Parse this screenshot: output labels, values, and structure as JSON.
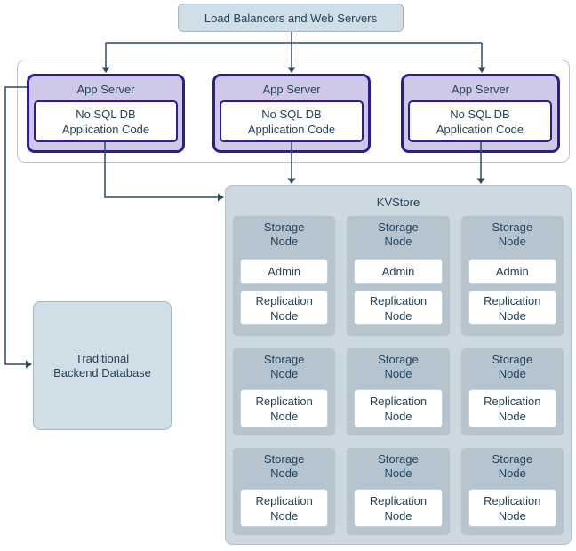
{
  "colors": {
    "accent_purple_border": "#311b8e",
    "lavender_fill": "#cfc8e9",
    "light_blue_fill": "#cfdee7",
    "kvstore_fill": "#ccd9e1",
    "storage_node_fill": "#b6c4cf",
    "connector_line": "#2f4a63",
    "text": "#24435c"
  },
  "load_balancer": {
    "label": "Load Balancers and Web Servers"
  },
  "app_servers": [
    {
      "title": "App Server",
      "code_line1": "No SQL DB",
      "code_line2": "Application Code"
    },
    {
      "title": "App Server",
      "code_line1": "No SQL DB",
      "code_line2": "Application Code"
    },
    {
      "title": "App Server",
      "code_line1": "No SQL DB",
      "code_line2": "Application Code"
    }
  ],
  "kvstore": {
    "title": "KVStore",
    "nodes": [
      {
        "title_line1": "Storage",
        "title_line2": "Node",
        "admin_label": "Admin",
        "repl_line1": "Replication",
        "repl_line2": "Node"
      },
      {
        "title_line1": "Storage",
        "title_line2": "Node",
        "admin_label": "Admin",
        "repl_line1": "Replication",
        "repl_line2": "Node"
      },
      {
        "title_line1": "Storage",
        "title_line2": "Node",
        "admin_label": "Admin",
        "repl_line1": "Replication",
        "repl_line2": "Node"
      },
      {
        "title_line1": "Storage",
        "title_line2": "Node",
        "repl_line1": "Replication",
        "repl_line2": "Node"
      },
      {
        "title_line1": "Storage",
        "title_line2": "Node",
        "repl_line1": "Replication",
        "repl_line2": "Node"
      },
      {
        "title_line1": "Storage",
        "title_line2": "Node",
        "repl_line1": "Replication",
        "repl_line2": "Node"
      },
      {
        "title_line1": "Storage",
        "title_line2": "Node",
        "repl_line1": "Replication",
        "repl_line2": "Node"
      },
      {
        "title_line1": "Storage",
        "title_line2": "Node",
        "repl_line1": "Replication",
        "repl_line2": "Node"
      },
      {
        "title_line1": "Storage",
        "title_line2": "Node",
        "repl_line1": "Replication",
        "repl_line2": "Node"
      }
    ]
  },
  "backend_db": {
    "line1": "Traditional",
    "line2": "Backend Database"
  }
}
